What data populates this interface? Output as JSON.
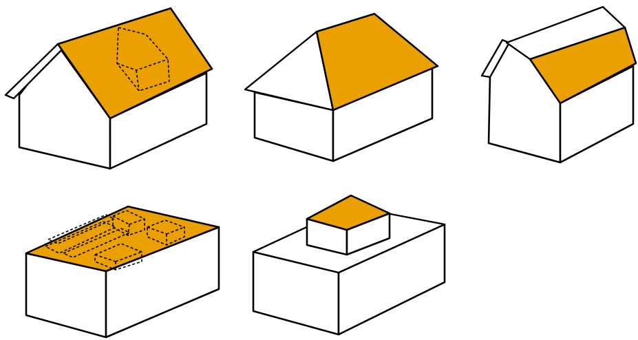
{
  "colors": {
    "roof": "#E9A000",
    "outline": "#000000",
    "wall": "#FFFFFF",
    "background": "#FFFFFF"
  },
  "figures": [
    {
      "name": "gable-roof-house",
      "roof_type": "gable",
      "has_dashed_outline": true
    },
    {
      "name": "hip-roof-house",
      "roof_type": "hip",
      "has_dashed_outline": false
    },
    {
      "name": "gambrel-roof-house",
      "roof_type": "gambrel",
      "has_dashed_outline": false
    },
    {
      "name": "flat-roof-with-rooftop-equipment",
      "roof_type": "flat",
      "has_dashed_outline": true
    },
    {
      "name": "flat-roof-with-penthouse",
      "roof_type": "flat",
      "has_dashed_outline": false
    }
  ]
}
